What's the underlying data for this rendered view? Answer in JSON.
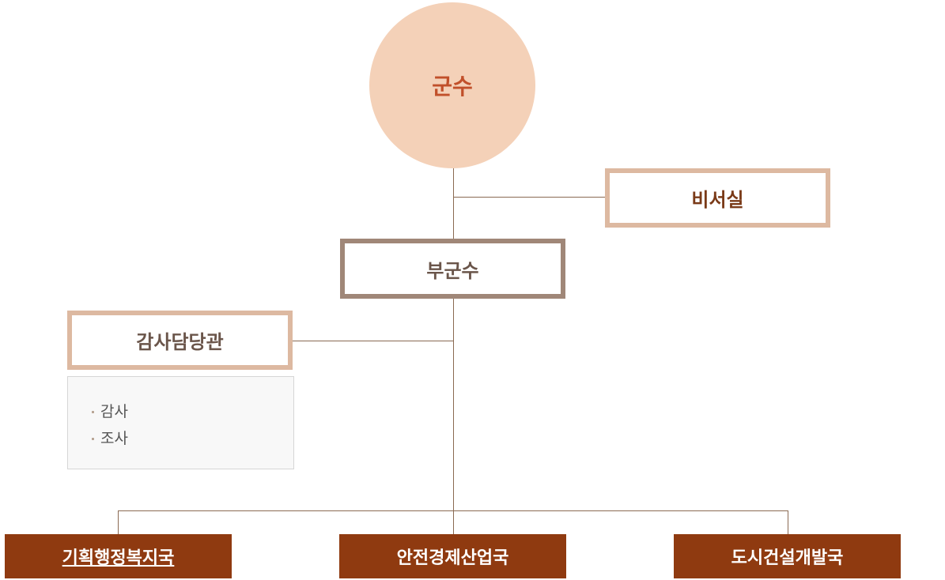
{
  "mayor": "군수",
  "secretary": "비서실",
  "vice_mayor": "부군수",
  "audit_officer": "감사담당관",
  "audit_duties": [
    "감사",
    "조사"
  ],
  "bureaus": [
    "기획행정복지국",
    "안전경제산업국",
    "도시건설개발국"
  ]
}
